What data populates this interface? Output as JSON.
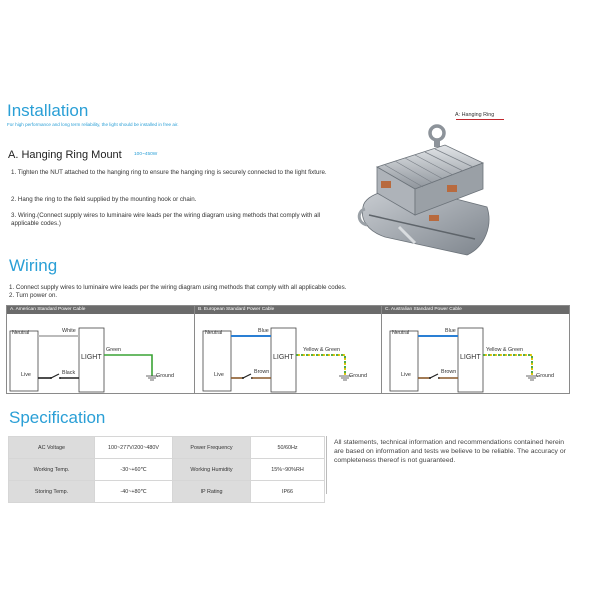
{
  "installation": {
    "title": "Installation",
    "subtitle": "For high performance and long term reliability, the light should be installed in free air.",
    "mount_title": "A. Hanging Ring Mount",
    "mount_range": "100~450W",
    "steps": [
      "1. Tighten the NUT attached to the hanging ring to ensure the hanging ring is securely connected to the light fixture.",
      "2. Hang the ring to the field supplied by the mounting hook or chain.",
      "3. Wiring.(Connect supply wires to luminaire wire leads per the wiring diagram using methods that comply with all applicable codes.)"
    ],
    "image_label": "A: Hanging Ring"
  },
  "wiring": {
    "title": "Wiring",
    "line1": "1. Connect supply wires to luminaire wire leads per the wiring diagram using methods that comply with all applicable codes.",
    "line2": "2. Turn power on.",
    "panels": [
      {
        "header": "A. American Standard Power Cable",
        "neutral": "Neutral",
        "live": "Live",
        "light": "LIGHT",
        "top_wire": "White",
        "bottom_wire": "Black",
        "ground_wire": "Green",
        "ground": "Ground"
      },
      {
        "header": "B. European Standard Power Cable",
        "neutral": "Neutral",
        "live": "Live",
        "light": "LIGHT",
        "top_wire": "Blue",
        "bottom_wire": "Brown",
        "ground_wire": "Yellow & Green",
        "ground": "Ground"
      },
      {
        "header": "C. Australian Standard Power Cable",
        "neutral": "Neutral",
        "live": "Live",
        "light": "LIGHT",
        "top_wire": "Blue",
        "bottom_wire": "Brown",
        "ground_wire": "Yellow & Green",
        "ground": "Ground"
      }
    ],
    "colors": {
      "white": "#ffffff",
      "black": "#222222",
      "green": "#3aa335",
      "blue": "#2a7fd4",
      "brown": "#8a5a2b",
      "yellow": "#e0c400"
    }
  },
  "specification": {
    "title": "Specification",
    "rows": [
      [
        "AC Voltage",
        "100~277V/200~480V",
        "Power Frequency",
        "50/60Hz"
      ],
      [
        "Working Temp.",
        "-30~+60℃",
        "Working Humidity",
        "15%~90%RH"
      ],
      [
        "Storing Temp.",
        "-40~+80℃",
        "IP Rating",
        "IP66"
      ]
    ],
    "note": "All statements, technical information and recommendations contained herein are based on information and tests we believe to be reliable. The accuracy or completeness thereof is not guaranteed."
  },
  "accent_color": "#2a9fd6"
}
